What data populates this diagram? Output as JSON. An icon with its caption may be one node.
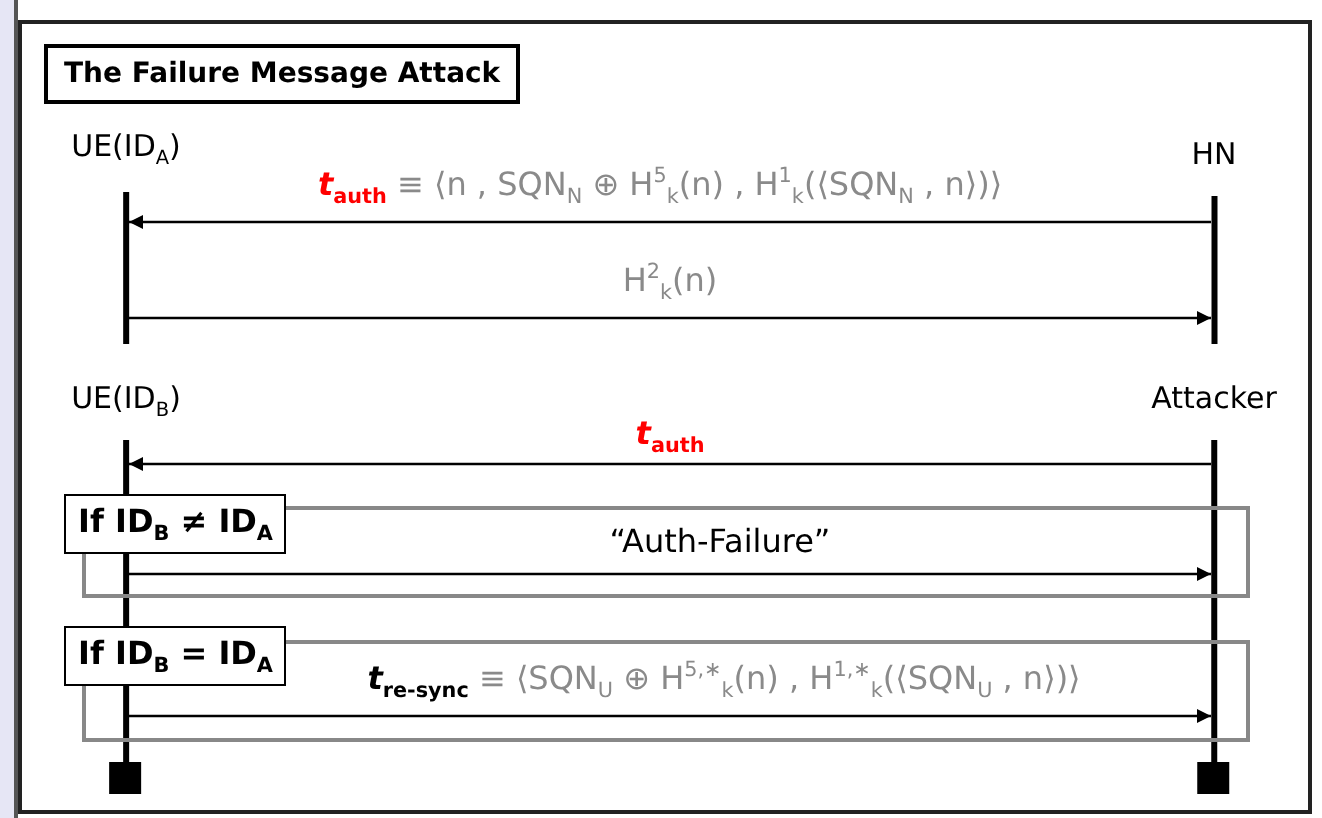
{
  "diagram": {
    "title": "The Failure Message Attack",
    "nodes": [
      {
        "text": [
          "UE(ID$_{A}$)"
        ]
      },
      {
        "text": [
          "HN"
        ]
      },
      {
        "text": [
          "UE(ID$_{B}$)"
        ]
      },
      {
        "text": [
          "Attacker"
        ]
      },
      {
        "text": [
          "If ID$_{B}$ ≠ ID$_{A}$"
        ]
      },
      {
        "text": [
          "If ID$_{B}$ = ID$_{A}$"
        ]
      }
    ],
    "edges": [
      {
        "from": 1,
        "to": 0,
        "arrow": "to",
        "label": "*t*$_{auth}$ ≡ ⟨n , SQN$_{N}$ ⊕ H$^{5}$$_{k}$(n) , H$^{1}$$_{k}$(⟨SQN$_{N}$ , n⟩)⟩"
      },
      {
        "from": 0,
        "to": 1,
        "arrow": "to",
        "label": "H$^{2}$$_{k}$(n)"
      },
      {
        "from": 3,
        "to": 2,
        "arrow": "to",
        "label": "*t*$_{auth}$"
      },
      {
        "from": 2,
        "to": 3,
        "arrow": "to",
        "label": "“Auth-Failure”"
      },
      {
        "from": 2,
        "to": 3,
        "arrow": "to",
        "label": "*t*$_{re-sync}$ ≡ ⟨SQN$_{U}$ ⊕ H$^{5,∗}$$_{k}$(n) , H$^{1,∗}$$_{k}$(⟨SQN$_{U}$ , n⟩)⟩"
      }
    ]
  }
}
